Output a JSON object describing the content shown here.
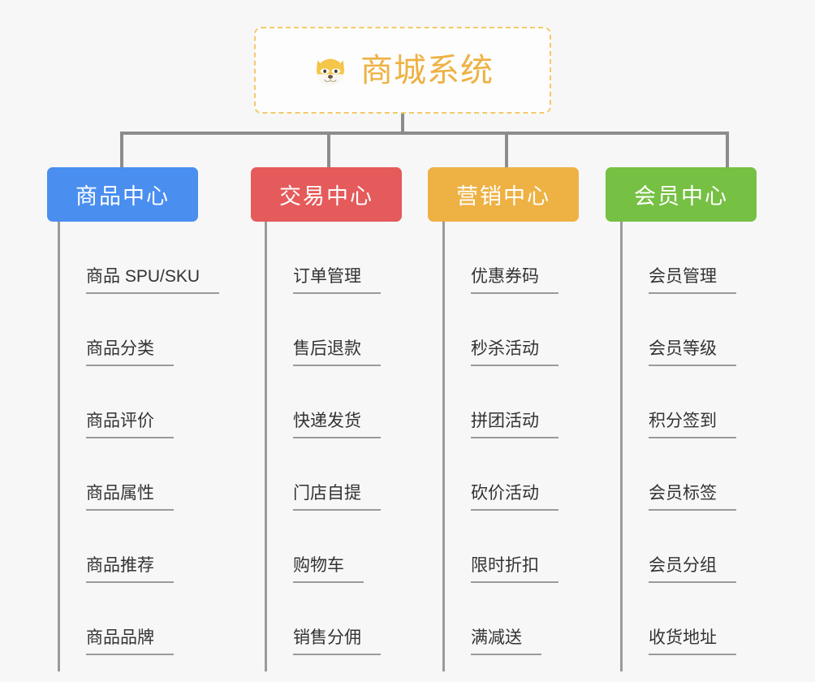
{
  "diagram": {
    "type": "org-tree",
    "background_color": "#f7f7f7",
    "root": {
      "title": "商城系统",
      "icon": "shiba-dog-icon",
      "text_color": "#eeb143",
      "border_color": "#f5c96b",
      "background": "#fdfdfd"
    },
    "connector_color": "#8c8c8c",
    "leaf_line_color": "#9a9a9a",
    "leaf_text_color": "#333333",
    "columns": [
      {
        "id": "product-center",
        "title": "商品中心",
        "color": "#4a8ef0",
        "items": [
          "商品 SPU/SKU",
          "商品分类",
          "商品评价",
          "商品属性",
          "商品推荐",
          "商品品牌"
        ]
      },
      {
        "id": "trade-center",
        "title": "交易中心",
        "color": "#e55a5a",
        "items": [
          "订单管理",
          "售后退款",
          "快递发货",
          "门店自提",
          "购物车",
          "销售分佣"
        ]
      },
      {
        "id": "marketing-center",
        "title": "营销中心",
        "color": "#eeb143",
        "items": [
          "优惠券码",
          "秒杀活动",
          "拼团活动",
          "砍价活动",
          "限时折扣",
          "满减送"
        ]
      },
      {
        "id": "member-center",
        "title": "会员中心",
        "color": "#76c043",
        "items": [
          "会员管理",
          "会员等级",
          "积分签到",
          "会员标签",
          "会员分组",
          "收货地址"
        ]
      }
    ]
  }
}
